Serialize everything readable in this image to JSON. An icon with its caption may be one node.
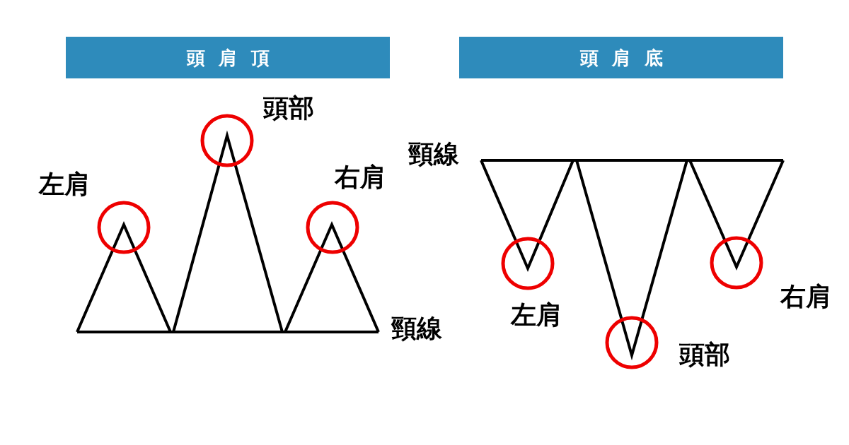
{
  "diagram": {
    "nodes": [
      {
        "text": [
          "頭肩頂"
        ]
      },
      {
        "text": [
          "頭肩底"
        ]
      }
    ],
    "labels": [
      "頭部",
      "左肩",
      "右肩",
      "頸線",
      "頸線",
      "左肩",
      "右肩",
      "頭部"
    ]
  }
}
